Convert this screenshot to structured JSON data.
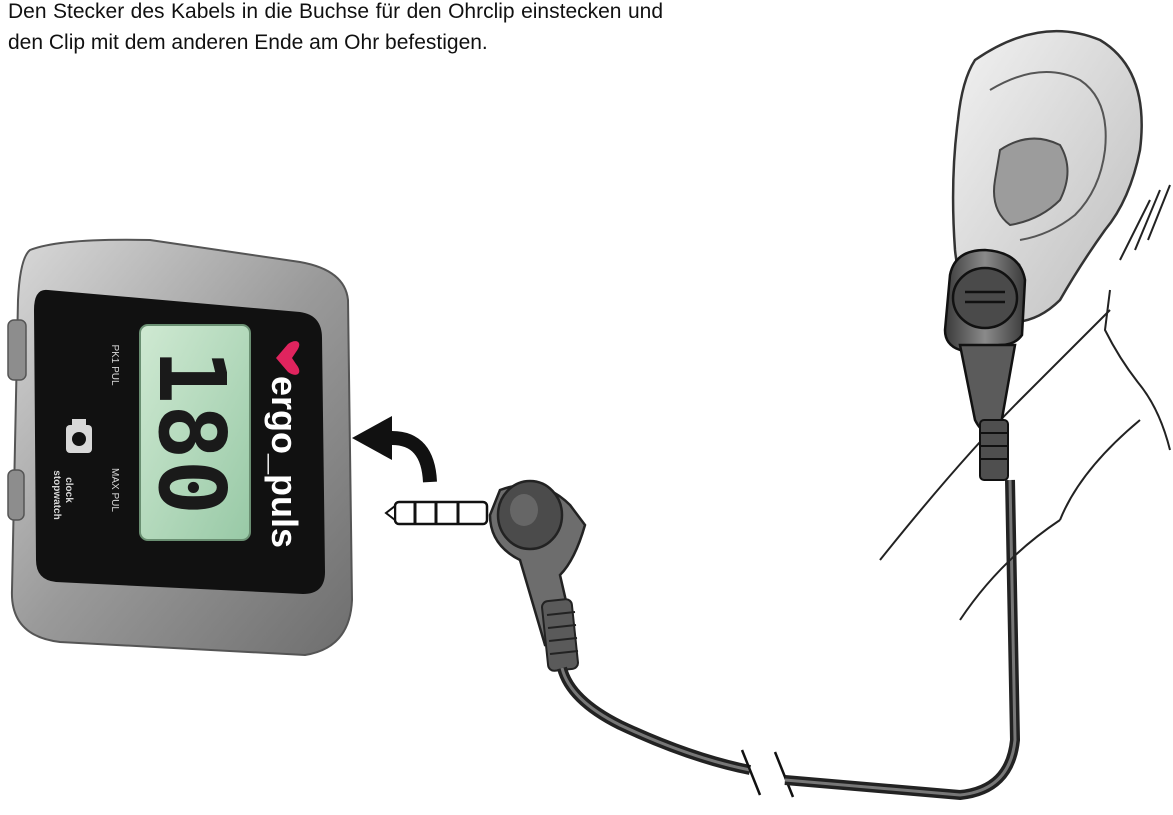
{
  "instruction": {
    "text": "Den Stecker des Kabels in die Buchse für den Ohrclip einstecken und den Clip mit dem anderen Ende am Ohr befestigen."
  },
  "device": {
    "brand": "ergo_puls",
    "reading": "180",
    "label_left_top": "PK1 PUL",
    "label_left_bottom": "MAX PUL",
    "label_bottom_1": "clock",
    "label_bottom_2": "stopwatch",
    "accent_color": "#e0245e",
    "screen_color": "#b9dcc0"
  },
  "icons": {
    "arrow": "curved-arrow-icon",
    "plug": "audio-jack-plug-icon",
    "clip": "ear-clip-icon",
    "heart": "heart-icon"
  }
}
